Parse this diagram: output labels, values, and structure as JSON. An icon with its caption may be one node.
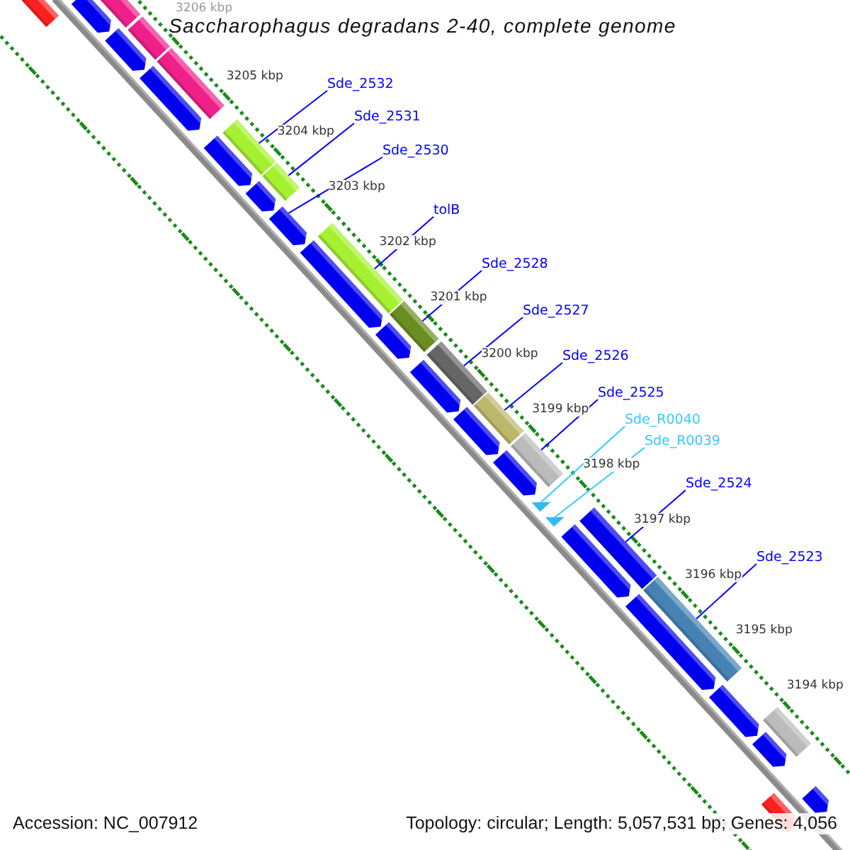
{
  "diagram": {
    "title": "Saccharophagus degradans 2-40, complete genome",
    "nodes": [
      {
        "text": [
          "Sde_2532"
        ]
      },
      {
        "text": [
          "Sde_2531"
        ]
      },
      {
        "text": [
          "Sde_2530"
        ]
      },
      {
        "text": [
          "tolB"
        ]
      },
      {
        "text": [
          "Sde_2528"
        ]
      },
      {
        "text": [
          "Sde_2527"
        ]
      },
      {
        "text": [
          "Sde_2526"
        ]
      },
      {
        "text": [
          "Sde_2525"
        ]
      },
      {
        "text": [
          "Sde_R0040"
        ]
      },
      {
        "text": [
          "Sde_R0039"
        ]
      },
      {
        "text": [
          "Sde_2524"
        ]
      },
      {
        "text": [
          "Sde_2523"
        ]
      },
      {
        "text": [],
        "shape": "bar"
      },
      {
        "text": [],
        "shape": "bar"
      },
      {
        "text": [],
        "shape": "arrow"
      },
      {
        "text": [],
        "shape": "bar"
      },
      {
        "text": [],
        "shape": "bar"
      },
      {
        "text": [],
        "shape": "bar"
      },
      {
        "text": [],
        "shape": "bar"
      },
      {
        "text": [],
        "shape": "bar"
      },
      {
        "text": [],
        "shape": "triangle"
      },
      {
        "text": [],
        "shape": "triangle"
      },
      {
        "text": [],
        "shape": "bar"
      },
      {
        "text": [],
        "shape": "bar"
      },
      {
        "text": [],
        "shape": "arrow"
      },
      {
        "text": [],
        "shape": "arrow"
      },
      {
        "text": [],
        "shape": "arrow"
      },
      {
        "text": [],
        "shape": "arrow"
      },
      {
        "text": [],
        "shape": "arrow"
      },
      {
        "text": [],
        "shape": "arrow"
      },
      {
        "text": [],
        "shape": "arrow"
      },
      {
        "text": [],
        "shape": "arrow"
      },
      {
        "text": [],
        "shape": "arrow"
      },
      {
        "text": [],
        "shape": "arrow"
      },
      {
        "text": [],
        "shape": "arrow"
      },
      {
        "text": [],
        "shape": "arrow"
      },
      {
        "text": [],
        "shape": "arrow"
      },
      {
        "text": [],
        "shape": "arrow"
      },
      {
        "text": [],
        "shape": "arrow"
      },
      {
        "text": [],
        "shape": "bar"
      },
      {
        "text": [],
        "shape": "bar"
      },
      {
        "text": [],
        "shape": "bar"
      },
      {
        "text": [],
        "shape": "bar"
      },
      {
        "text": [],
        "shape": "bar"
      },
      {
        "text": [],
        "shape": "bar"
      }
    ],
    "edges": [
      {
        "from": 0,
        "to": 12,
        "arrow": "none"
      },
      {
        "from": 1,
        "to": 13,
        "arrow": "none"
      },
      {
        "from": 2,
        "to": 14,
        "arrow": "none"
      },
      {
        "from": 3,
        "to": 15,
        "arrow": "none"
      },
      {
        "from": 4,
        "to": 16,
        "arrow": "none"
      },
      {
        "from": 5,
        "to": 17,
        "arrow": "none"
      },
      {
        "from": 6,
        "to": 18,
        "arrow": "none"
      },
      {
        "from": 7,
        "to": 19,
        "arrow": "none"
      },
      {
        "from": 8,
        "to": 20,
        "arrow": "none",
        "color": "#33ccff"
      },
      {
        "from": 9,
        "to": 21,
        "arrow": "none",
        "color": "#33ccff"
      },
      {
        "from": 10,
        "to": 22,
        "arrow": "none"
      },
      {
        "from": 11,
        "to": 23,
        "arrow": "none"
      }
    ],
    "labels": [
      "3206 kbp",
      "3205 kbp",
      "3204 kbp",
      "3203 kbp",
      "3202 kbp",
      "3201 kbp",
      "3200 kbp",
      "3199 kbp",
      "3198 kbp",
      "3197 kbp",
      "3196 kbp",
      "3195 kbp",
      "3194 kbp",
      "Accession: NC_007912",
      "Topology: circular; Length: 5,057,531 bp; Genes: 4,056"
    ]
  }
}
